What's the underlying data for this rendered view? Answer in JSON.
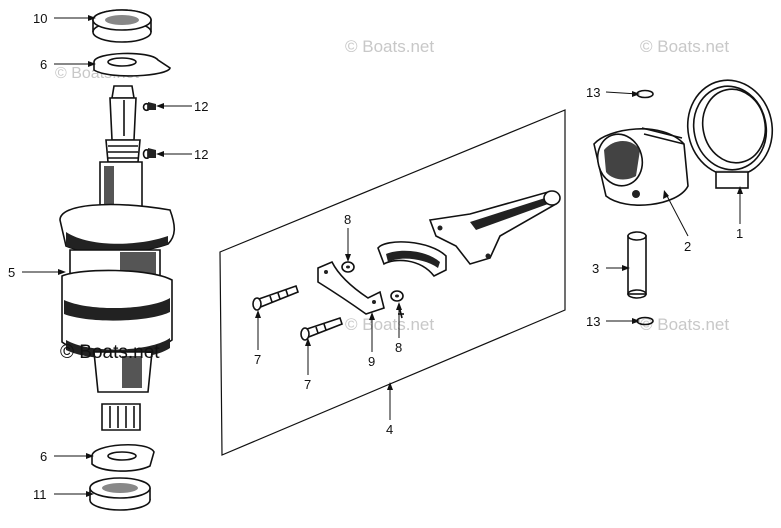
{
  "watermarks": {
    "main": "© Boats.net",
    "faint": [
      "© Boats.net",
      "© Boats.net",
      "© Boats.net",
      "© Boats.net",
      "© Boats.net"
    ]
  },
  "callouts": {
    "c10": "10",
    "c6_top": "6",
    "c12_a": "12",
    "c12_b": "12",
    "c5": "5",
    "c6_bottom": "6",
    "c11": "11",
    "c8_top": "8",
    "c8_bottom": "8",
    "c7_a": "7",
    "c7_b": "7",
    "c9": "9",
    "c4": "4",
    "c13_top": "13",
    "c13_bottom": "13",
    "c2": "2",
    "c1": "1",
    "c3": "3"
  }
}
